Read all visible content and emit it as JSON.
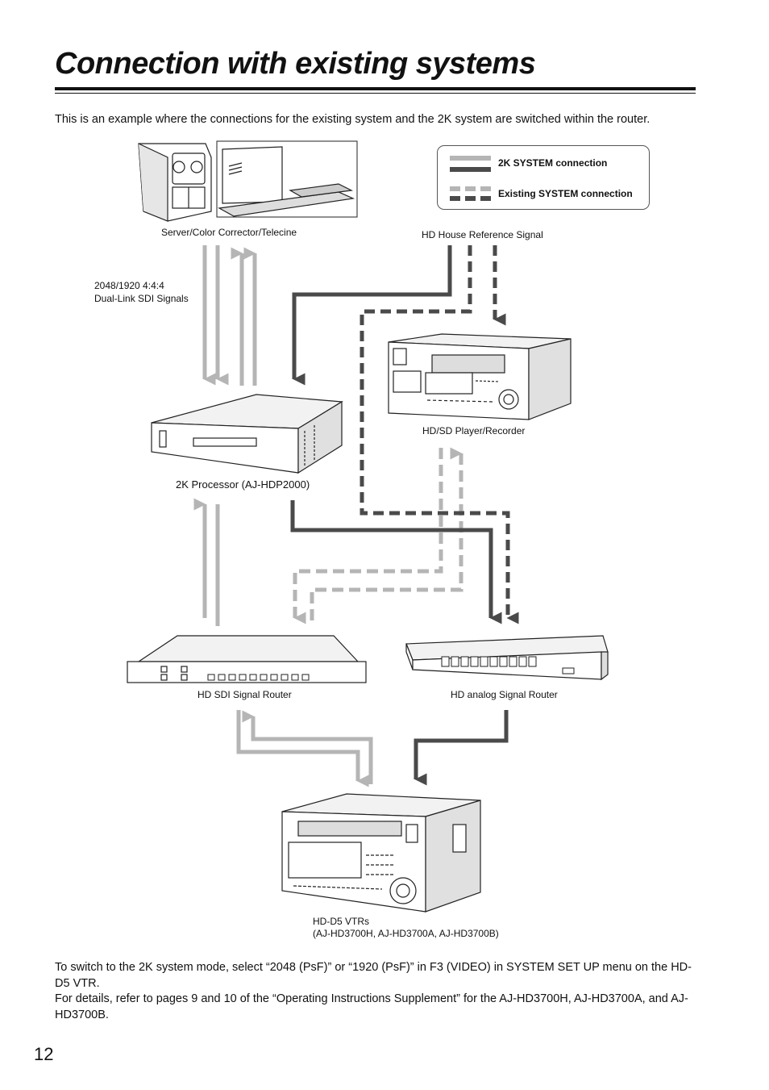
{
  "title": "Connection with existing systems",
  "intro": "This is an example where the connections for the existing system and the 2K system are switched within the router.",
  "legend": {
    "system_2k": "2K SYSTEM connection",
    "existing": "Existing SYSTEM connection"
  },
  "labels": {
    "server": "Server/Color Corrector/Telecine",
    "house_ref": "HD House Reference Signal",
    "dual_link_1": "2048/1920 4:4:4",
    "dual_link_2": "Dual-Link SDI Signals",
    "player": "HD/SD Player/Recorder",
    "processor": "2K Processor (AJ-HDP2000)",
    "sdi_router": "HD SDI Signal Router",
    "analog_router": "HD analog Signal Router",
    "vtr_1": "HD-D5 VTRs",
    "vtr_2": "(AJ-HD3700H, AJ-HD3700A, AJ-HD3700B)"
  },
  "paragraph_1": "To switch to the 2K system mode, select “2048 (PsF)” or “1920 (PsF)” in F3 (VIDEO) in SYSTEM SET UP menu on the HD-D5 VTR.",
  "paragraph_2": "For details, refer to pages 9 and 10 of the “Operating Instructions Supplement” for the AJ-HD3700H, AJ-HD3700A, and AJ-HD3700B.",
  "page_number": "12",
  "colors": {
    "light": "#b5b5b5",
    "dark": "#4a4a4a"
  }
}
